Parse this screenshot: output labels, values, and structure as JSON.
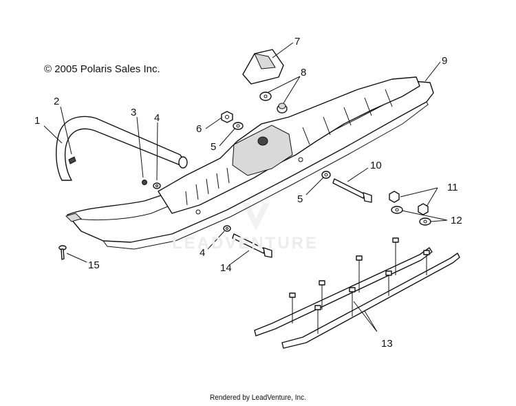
{
  "copyright": "© 2005 Polaris Sales Inc.",
  "footer": "Rendered by LeadVenture, Inc.",
  "watermark": "LEADVENTURE",
  "callouts": [
    "1",
    "2",
    "3",
    "4",
    "4",
    "5",
    "5",
    "6",
    "7",
    "8",
    "9",
    "10",
    "11",
    "12",
    "13",
    "14",
    "15"
  ]
}
